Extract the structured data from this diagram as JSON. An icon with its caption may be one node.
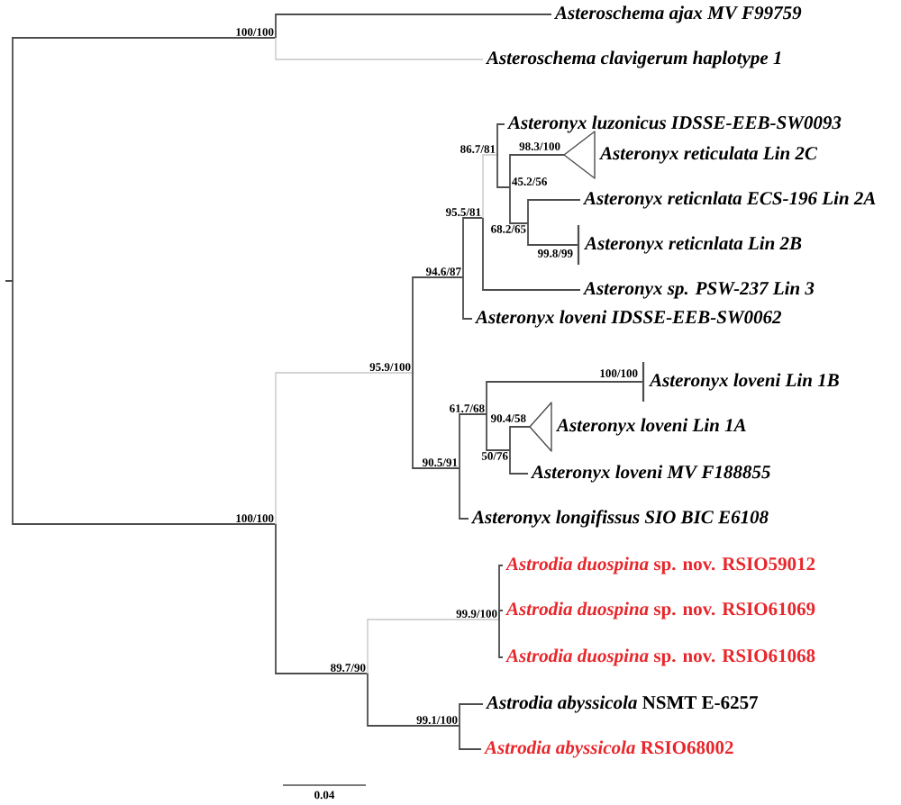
{
  "diagram": {
    "nodes": [
      {
        "text": [
          "Asteroschema ajax MV F99759"
        ]
      },
      {
        "text": [
          "100/100"
        ]
      },
      {
        "text": [
          "Asteroschema clavigerum haplotype 1"
        ]
      },
      {
        "text": [
          "Asteronyx luzonicus IDSSE-EEB-SW0093"
        ]
      },
      {
        "text": [
          "86.7/81"
        ]
      },
      {
        "text": [],
        "shape": "triangle",
        "beside": [
          "Asteronyx reticulata Lin 2C"
        ]
      },
      {
        "text": [
          "45.2/56"
        ]
      },
      {
        "text": [
          "Asteronyx reticnlata ECS-196 Lin 2A"
        ]
      },
      {
        "text": [
          "95.5/81"
        ]
      },
      {
        "text": [
          "68.2/65"
        ]
      },
      {
        "text": [],
        "shape": "bar",
        "beside": [
          "Asteronyx reticnlata Lin 2B"
        ]
      },
      {
        "text": [
          "94.6/87"
        ]
      },
      {
        "text": [
          "Asteronyx sp. PSW-237 Lin 3"
        ]
      },
      {
        "text": [
          "Asteronyx loveni IDSSE-EEB-SW0062"
        ]
      },
      {
        "text": [
          "95.9/100"
        ]
      },
      {
        "text": [],
        "shape": "bar",
        "beside": [
          "Asteronyx loveni Lin 1B"
        ]
      },
      {
        "text": [
          "61.7/68"
        ]
      },
      {
        "text": [],
        "shape": "triangle",
        "beside": [
          "Asteronyx loveni Lin 1A"
        ]
      },
      {
        "text": [
          "90.5/91"
        ]
      },
      {
        "text": [
          "50/76"
        ]
      },
      {
        "text": [
          "Asteronyx loveni MV F188855"
        ]
      },
      {
        "text": [
          "100/100"
        ]
      },
      {
        "text": [
          "Asteronyx longifissus SIO BIC E6108"
        ]
      },
      {
        "text": [
          "*Astrodia duospina* sp. nov. RSIO59012"
        ]
      },
      {
        "text": [
          "99.9/100"
        ]
      },
      {
        "text": [
          "*Astrodia duospina* sp. nov. RSIO61069"
        ]
      },
      {
        "text": [
          "*Astrodia duospina* sp. nov. RSIO61068"
        ]
      },
      {
        "text": [
          "89.7/90"
        ]
      },
      {
        "text": [
          "*Astrodia abyssicola* NSMT E-6257"
        ]
      },
      {
        "text": [
          "99.1/100"
        ]
      },
      {
        "text": [
          "*Astrodia abyssicola* RSIO68002"
        ]
      }
    ],
    "edges": [
      {
        "from": null,
        "to": 1,
        "arrow": "none"
      },
      {
        "from": null,
        "to": 21,
        "arrow": "none"
      },
      {
        "from": 1,
        "to": 0,
        "arrow": "none"
      },
      {
        "from": 1,
        "to": 2,
        "arrow": "none",
        "color": "#d4d4d4"
      },
      {
        "from": 21,
        "to": 14,
        "arrow": "none",
        "color": "#d4d4d4"
      },
      {
        "from": 21,
        "to": 27,
        "arrow": "none"
      },
      {
        "from": 14,
        "to": 11,
        "arrow": "none"
      },
      {
        "from": 14,
        "to": 18,
        "arrow": "none"
      },
      {
        "from": 11,
        "to": 8,
        "arrow": "none"
      },
      {
        "from": 11,
        "to": 13,
        "arrow": "none"
      },
      {
        "from": 8,
        "to": 4,
        "arrow": "none",
        "color": "#d4d4d4"
      },
      {
        "from": 8,
        "to": 12,
        "arrow": "none"
      },
      {
        "from": 4,
        "to": 3,
        "arrow": "none"
      },
      {
        "from": 4,
        "to": 6,
        "arrow": "none"
      },
      {
        "from": 6,
        "to": 5,
        "arrow": "none",
        "label": "98.3/100"
      },
      {
        "from": 6,
        "to": 9,
        "arrow": "none"
      },
      {
        "from": 9,
        "to": 7,
        "arrow": "none"
      },
      {
        "from": 9,
        "to": 10,
        "arrow": "none",
        "label": "99.8/99"
      },
      {
        "from": 18,
        "to": 16,
        "arrow": "none"
      },
      {
        "from": 18,
        "to": 22,
        "arrow": "none"
      },
      {
        "from": 16,
        "to": 15,
        "arrow": "none",
        "label": "100/100"
      },
      {
        "from": 16,
        "to": 19,
        "arrow": "none"
      },
      {
        "from": 19,
        "to": 17,
        "arrow": "none",
        "label": "90.4/58"
      },
      {
        "from": 19,
        "to": 20,
        "arrow": "none"
      },
      {
        "from": 27,
        "to": 24,
        "arrow": "none",
        "color": "#d4d4d4"
      },
      {
        "from": 27,
        "to": 29,
        "arrow": "none"
      },
      {
        "from": 24,
        "to": 23,
        "arrow": "none"
      },
      {
        "from": 24,
        "to": 25,
        "arrow": "none"
      },
      {
        "from": 24,
        "to": 26,
        "arrow": "none"
      },
      {
        "from": 29,
        "to": 28,
        "arrow": "none"
      },
      {
        "from": 29,
        "to": 30,
        "arrow": "none"
      }
    ],
    "labels": [
      "0.04"
    ]
  }
}
